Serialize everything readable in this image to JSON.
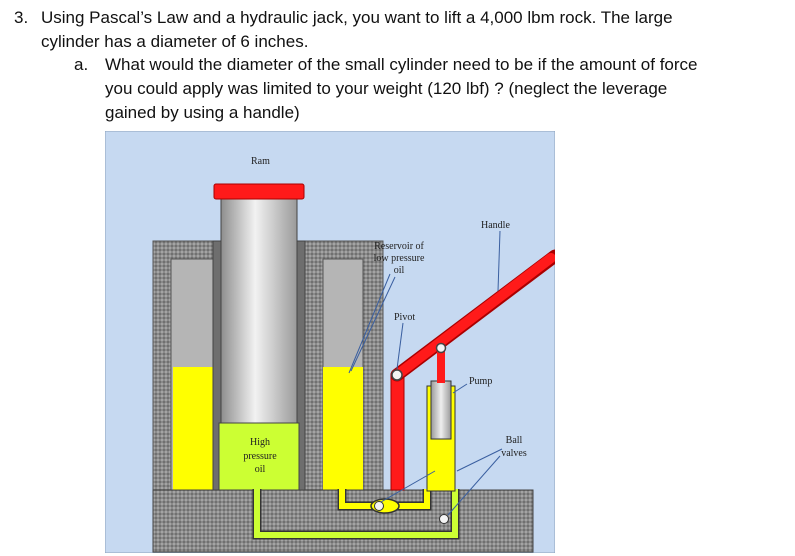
{
  "question": {
    "number": "3.",
    "line1": "Using Pascal’s Law and a hydraulic jack, you want to lift a 4,000 lbm rock.  The large",
    "line2": "cylinder has a diameter of 6 inches."
  },
  "part_a": {
    "label": "a.",
    "line1": "What would the diameter of the small cylinder need to be if the amount of force",
    "line2": "you could apply was limited to your weight (120 lbf) ? (neglect the leverage",
    "line3": "gained by using a handle)"
  },
  "diagram": {
    "labels": {
      "ram": "Ram",
      "handle": "Handle",
      "reservoir_1": "Reservoir of",
      "reservoir_2": "low pressure",
      "reservoir_3": "oil",
      "pivot": "Pivot",
      "pump": "Pump",
      "high_1": "High",
      "high_2": "pressure",
      "high_3": "oil",
      "ball_1": "Ball",
      "ball_2": "valves"
    },
    "colors": {
      "background": "#c6d9f1",
      "body": "#8c8c8c",
      "oil": "#ffff00",
      "high_pressure_oil": "#ccff33",
      "handle": "#ff0000",
      "cylinder": "#c8c8c8"
    }
  }
}
